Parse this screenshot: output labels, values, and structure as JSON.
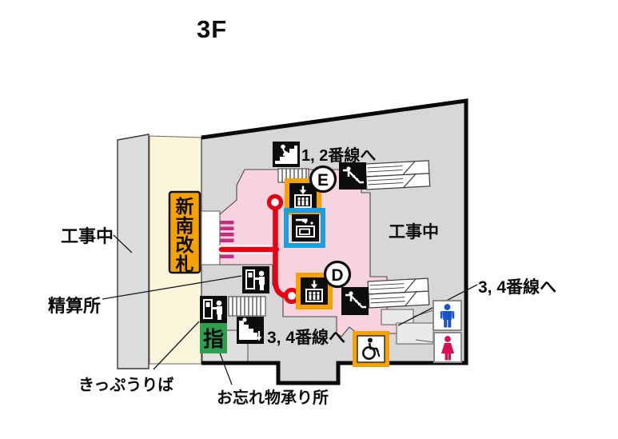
{
  "title": "3F",
  "map": {
    "sign_new_south_gate_chars": [
      "新",
      "南",
      "改",
      "札"
    ],
    "labels": {
      "to_tracks_1_2": "1, 2番線へ",
      "to_tracks_3_4_center": "3, 4番線へ",
      "to_tracks_3_4_right": "3, 4番線へ",
      "construction_left": "工事中",
      "construction_right": "工事中",
      "fare_adjustment": "精算所",
      "ticket_counter": "きっぷうりば",
      "lost_and_found": "お忘れ物承り所",
      "reserved_seat_sign": "指",
      "elevator_e": "E",
      "elevator_d": "D"
    },
    "colors": {
      "concourse_pink": "#F7D2DF",
      "free_passage_cream": "#FAF6DC",
      "construction_gray": "#D7D7D7",
      "route_red": "#E60012",
      "gate_magenta": "#C42E7B",
      "highlight_yellow": "#F5A200",
      "highlight_blue": "#19A0E4",
      "reserved_green": "#2F9E4F",
      "toilet_male_blue": "#1A53C4",
      "toilet_female_red": "#D60F4E"
    }
  }
}
